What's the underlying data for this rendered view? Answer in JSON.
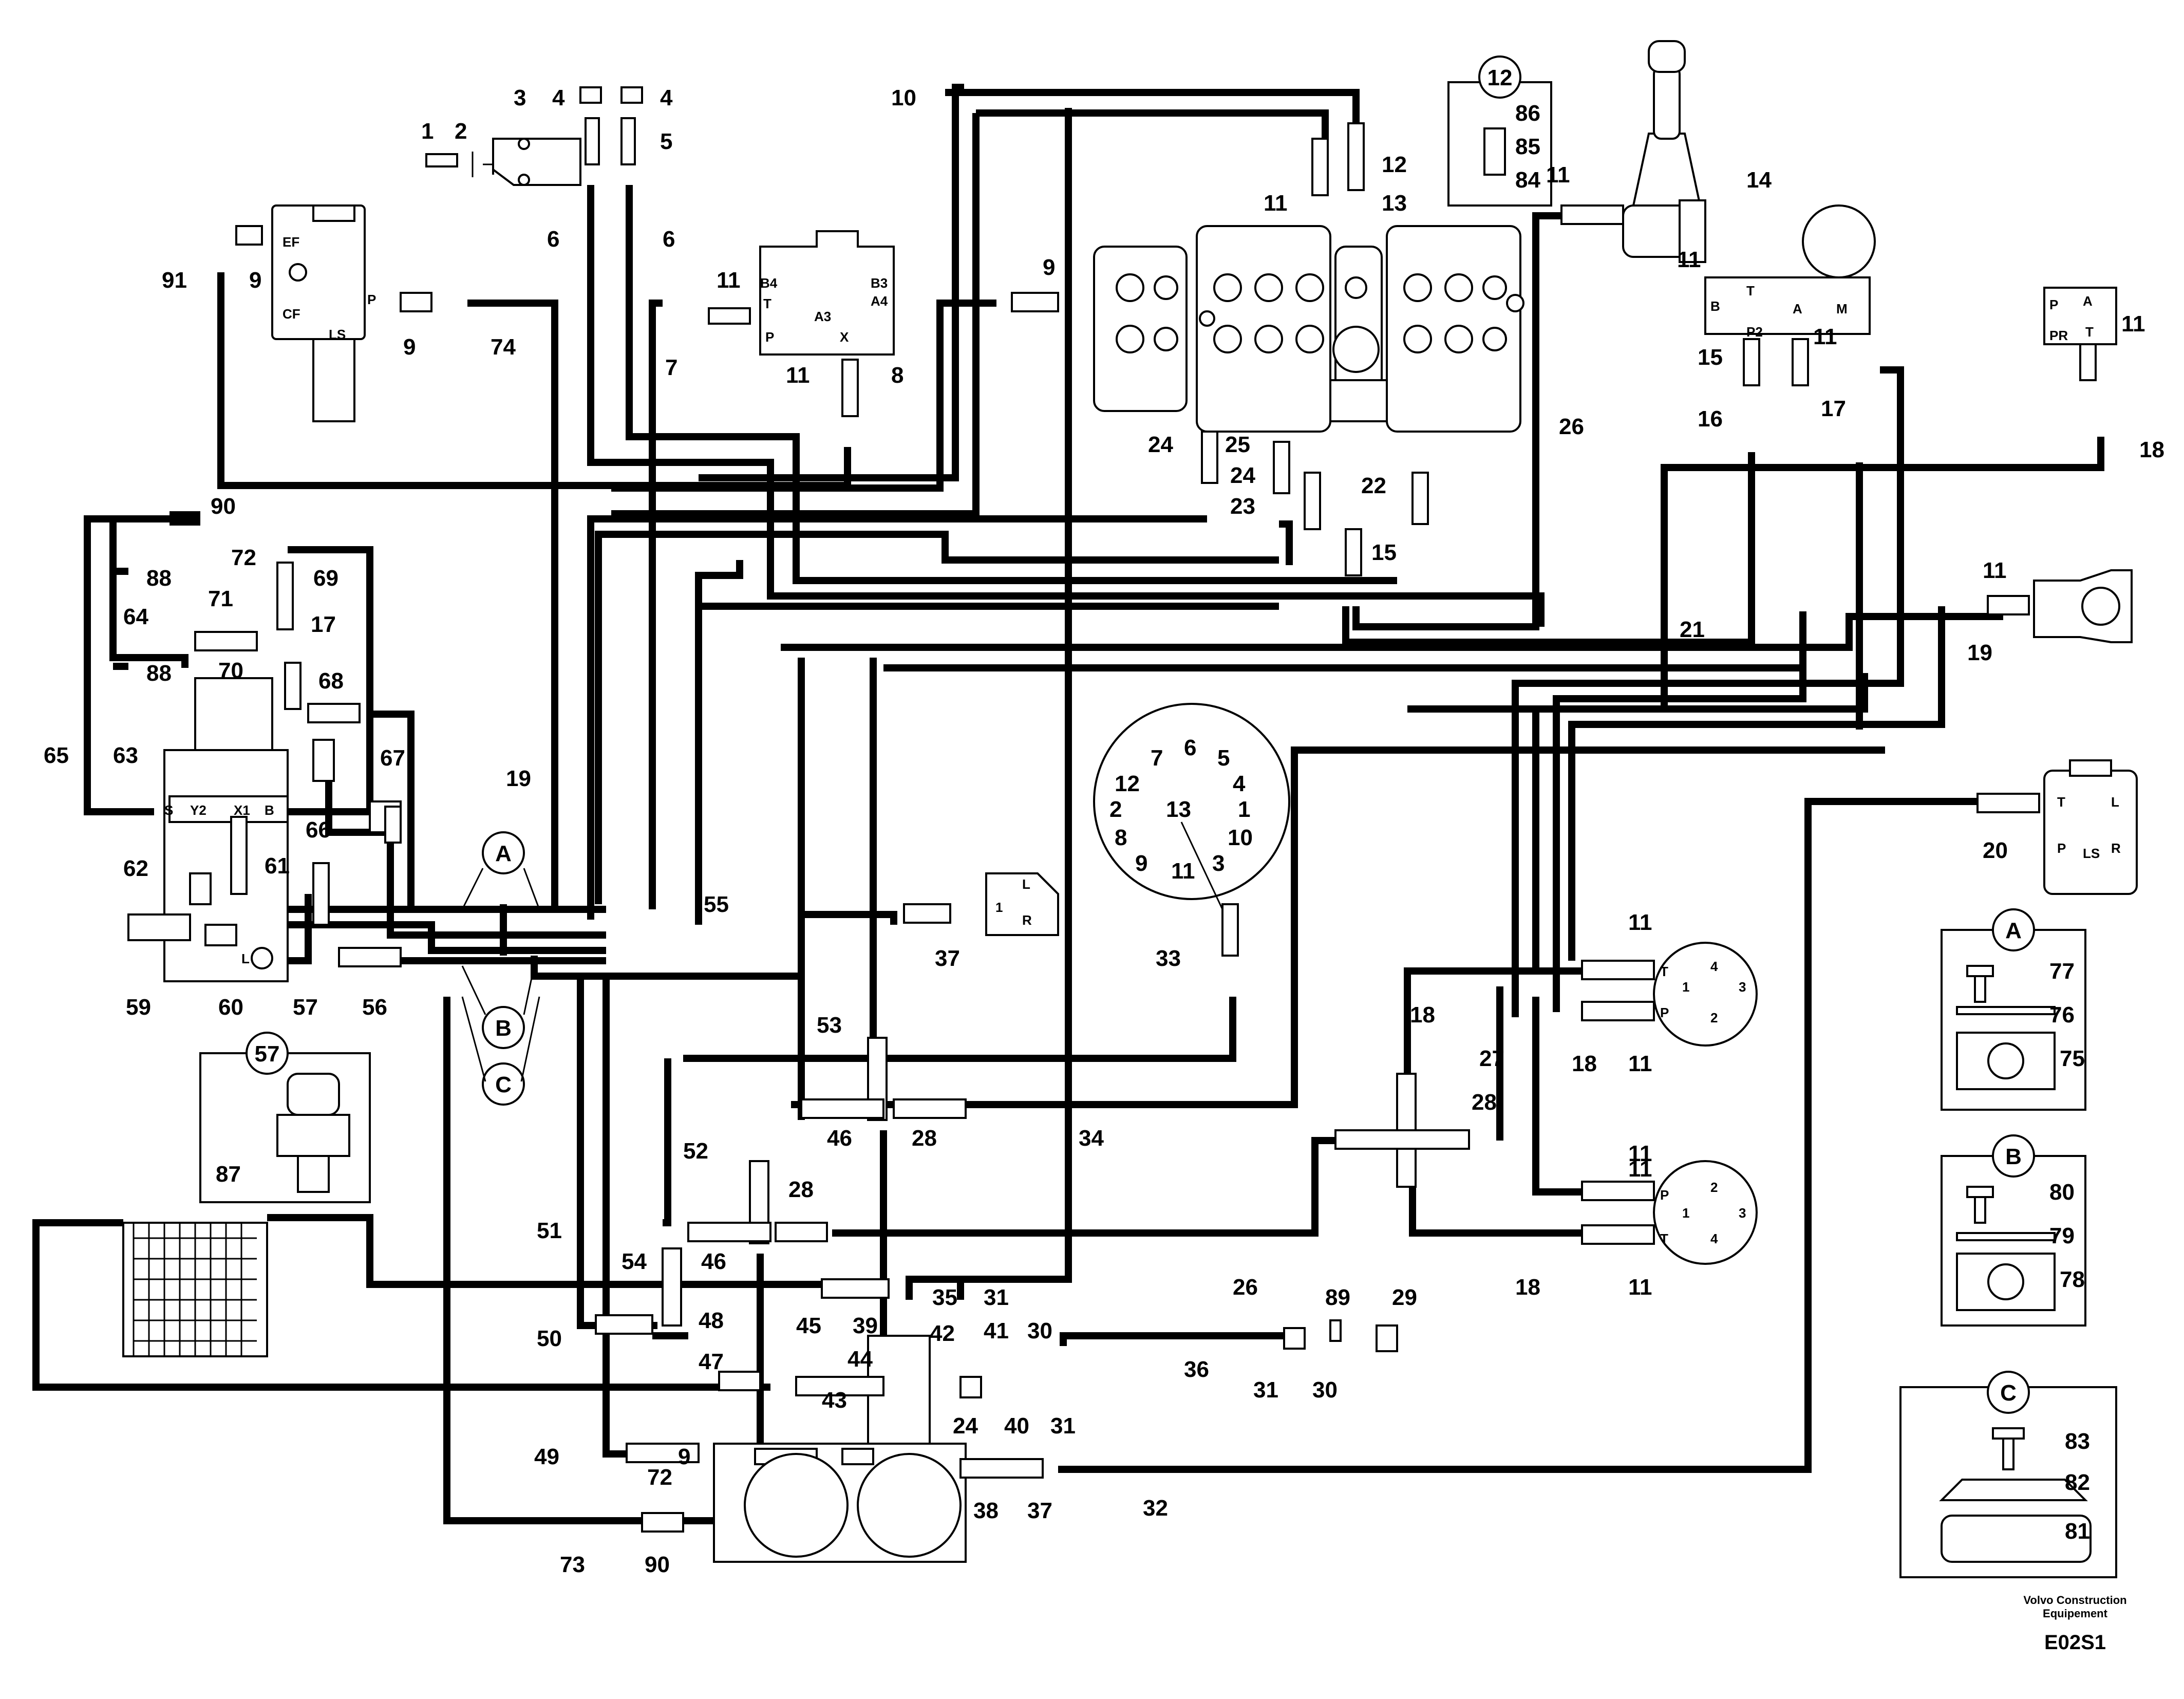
{
  "credit": [
    "Volvo Construction",
    "Equipement"
  ],
  "drawing_id": "E02S1",
  "detail_views": [
    {
      "id": "A",
      "parts": [
        "77",
        "76",
        "75"
      ]
    },
    {
      "id": "B",
      "parts": [
        "80",
        "79",
        "78"
      ]
    },
    {
      "id": "C",
      "parts": [
        "83",
        "82",
        "81"
      ]
    }
  ],
  "inset_57": {
    "id": "57",
    "part": "87"
  },
  "inset_12": {
    "id": "12",
    "parts": [
      "86",
      "85",
      "84"
    ]
  },
  "port_labels": {
    "ef": "EF",
    "cf": "CF",
    "ls": "LS",
    "p": "P",
    "b4": "B4",
    "t": "T",
    "p2": "P",
    "a3": "A3",
    "x": "X",
    "b3": "B3",
    "a4": "A4",
    "s": "S",
    "y2": "Y2",
    "x1": "X1",
    "b": "B",
    "l": "L",
    "pb": "B",
    "pt": "T",
    "pa": "A",
    "pm": "M",
    "pp2": "P2",
    "rp": "P",
    "ra": "A",
    "rpr": "PR",
    "rt": "T",
    "m1l": "L",
    "m1n": "1",
    "m1r": "R",
    "ot": "T",
    "ol": "L",
    "op": "P",
    "ols": "LS",
    "or": "R",
    "s1t": "T",
    "s1_4": "4",
    "s1_1": "1",
    "s1_3": "3",
    "s1p": "P",
    "s1_2": "2",
    "s2p": "P",
    "s2_2": "2",
    "s2_1": "1",
    "s2_3": "3",
    "s2t": "T",
    "s2_4": "4"
  },
  "dial_labels": [
    "7",
    "6",
    "5",
    "12",
    "4",
    "2",
    "13",
    "1",
    "8",
    "10",
    "9",
    "11",
    "3"
  ],
  "labels": [
    "1",
    "2",
    "3",
    "4",
    "4",
    "5",
    "6",
    "6",
    "91",
    "9",
    "9",
    "74",
    "10",
    "11",
    "12",
    "13",
    "11",
    "9",
    "8",
    "7",
    "11",
    "24",
    "25",
    "24",
    "23",
    "22",
    "15",
    "26",
    "11",
    "14",
    "11",
    "15",
    "16",
    "11",
    "17",
    "18",
    "11",
    "90",
    "72",
    "88",
    "64",
    "71",
    "17",
    "69",
    "70",
    "68",
    "88",
    "65",
    "63",
    "67",
    "19",
    "66",
    "61",
    "62",
    "59",
    "60",
    "57",
    "56",
    "55",
    "37",
    "33",
    "53",
    "21",
    "11",
    "19",
    "20",
    "11",
    "11",
    "11",
    "18",
    "27",
    "18",
    "28",
    "46",
    "28",
    "34",
    "52",
    "28",
    "51",
    "54",
    "46",
    "26",
    "35",
    "31",
    "50",
    "48",
    "47",
    "45",
    "39",
    "44",
    "42",
    "41",
    "30",
    "43",
    "24",
    "40",
    "31",
    "49",
    "9",
    "36",
    "31",
    "30",
    "89",
    "29",
    "11",
    "11",
    "18",
    "32",
    "38",
    "37",
    "72",
    "73",
    "90"
  ]
}
